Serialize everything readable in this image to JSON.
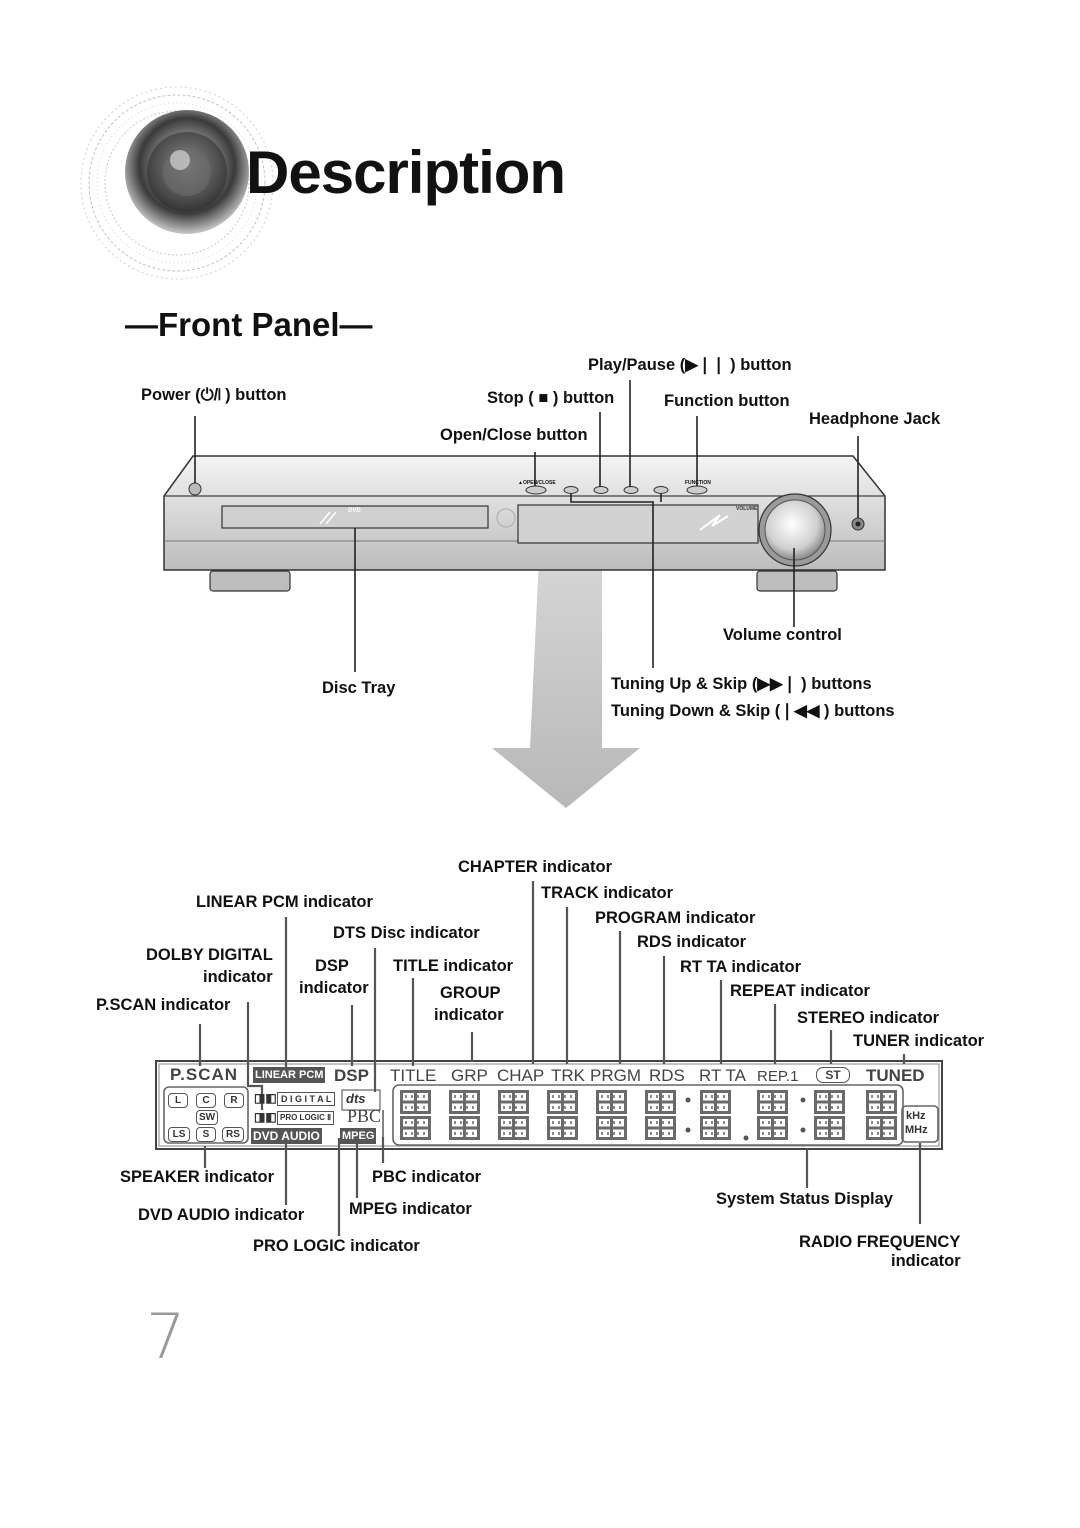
{
  "page": {
    "title": "Description",
    "subtitle": "—Front Panel—",
    "page_number": "7"
  },
  "front_panel": {
    "labels": {
      "power": "Power (⏻/❘ ) button",
      "play_pause": "Play/Pause (▶❘❘ ) button",
      "stop": "Stop ( ■ ) button",
      "function": "Function button",
      "headphone": "Headphone Jack",
      "open_close": "Open/Close button",
      "volume": "Volume control",
      "disc_tray": "Disc Tray",
      "tuning_up": "Tuning Up & Skip (▶▶❘ ) buttons",
      "tuning_down": "Tuning Down & Skip (❘◀◀ ) buttons"
    },
    "panel_text": {
      "open_close": "▲OPEN/CLOSE",
      "function": "FUNCTION",
      "volume": "VOLUME",
      "dvd": "DVD"
    }
  },
  "display_panel": {
    "labels": {
      "chapter": "CHAPTER indicator",
      "track": "TRACK indicator",
      "linear_pcm": "LINEAR PCM indicator",
      "program": "PROGRAM indicator",
      "dts_disc": "DTS Disc indicator",
      "rds": "RDS indicator",
      "dolby_digital": "DOLBY DIGITAL",
      "dolby_digital_sub": "indicator",
      "dsp": "DSP",
      "dsp_sub": "indicator",
      "title": "TITLE indicator",
      "rt_ta": "RT TA indicator",
      "group": "GROUP",
      "group_sub": "indicator",
      "repeat": "REPEAT indicator",
      "pscan": "P.SCAN indicator",
      "stereo": "STEREO indicator",
      "tuner": "TUNER indicator",
      "speaker": "SPEAKER indicator",
      "pbc": "PBC indicator",
      "system_status": "System Status Display",
      "dvd_audio": "DVD AUDIO indicator",
      "mpeg": "MPEG indicator",
      "radio_freq": "RADIO FREQUENCY",
      "radio_freq_sub": "indicator",
      "pro_logic": "PRO LOGIC indicator"
    },
    "segments": {
      "pscan": "P.SCAN",
      "linear_pcm": "LINEAR PCM",
      "dsp": "DSP",
      "title": "TITLE",
      "grp": "GRP",
      "chap": "CHAP",
      "trk": "TRK",
      "prgm": "PRGM",
      "rds": "RDS",
      "rt_ta": "RT TA",
      "rep1": "REP.1",
      "st": "ST",
      "tuned": "TUNED",
      "digital": "D I G I T A L",
      "pro_logic": "PRO LOGIC Ⅱ",
      "pbc": "PBC",
      "dvd_audio": "DVD AUDIO",
      "mpeg": "MPEG",
      "khz": "kHz",
      "mhz": "MHz",
      "spk_l": "L",
      "spk_c": "C",
      "spk_r": "R",
      "spk_sw": "SW",
      "spk_ls": "LS",
      "spk_s": "S",
      "spk_rs": "RS"
    }
  },
  "colors": {
    "arrow": "#c8c8c8",
    "panel": "#e4e4e4",
    "display_text": "#444444",
    "page_number": "#999999"
  }
}
